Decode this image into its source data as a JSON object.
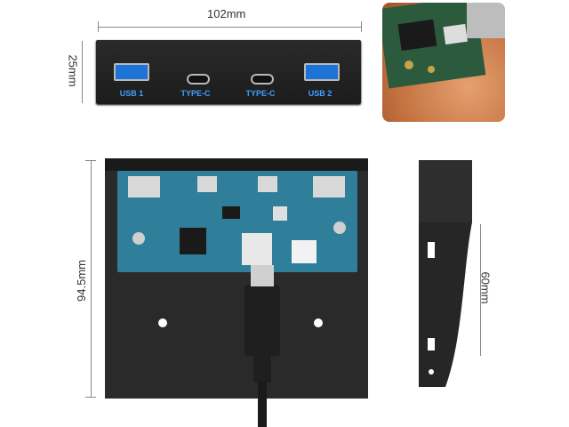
{
  "dimensions": {
    "width_label": "102mm",
    "height_label": "25mm",
    "depth_label": "94.5mm",
    "side_label": "60mm"
  },
  "ports": [
    {
      "label": "USB 1",
      "type": "usb-a"
    },
    {
      "label": "TYPE-C",
      "type": "usb-c"
    },
    {
      "label": "TYPE-C",
      "type": "usb-c"
    },
    {
      "label": "USB 2",
      "type": "usb-a"
    }
  ],
  "colors": {
    "panel": "#1c1c1c",
    "port_label": "#3fa0ff",
    "pcb": "#2f7f9a"
  }
}
